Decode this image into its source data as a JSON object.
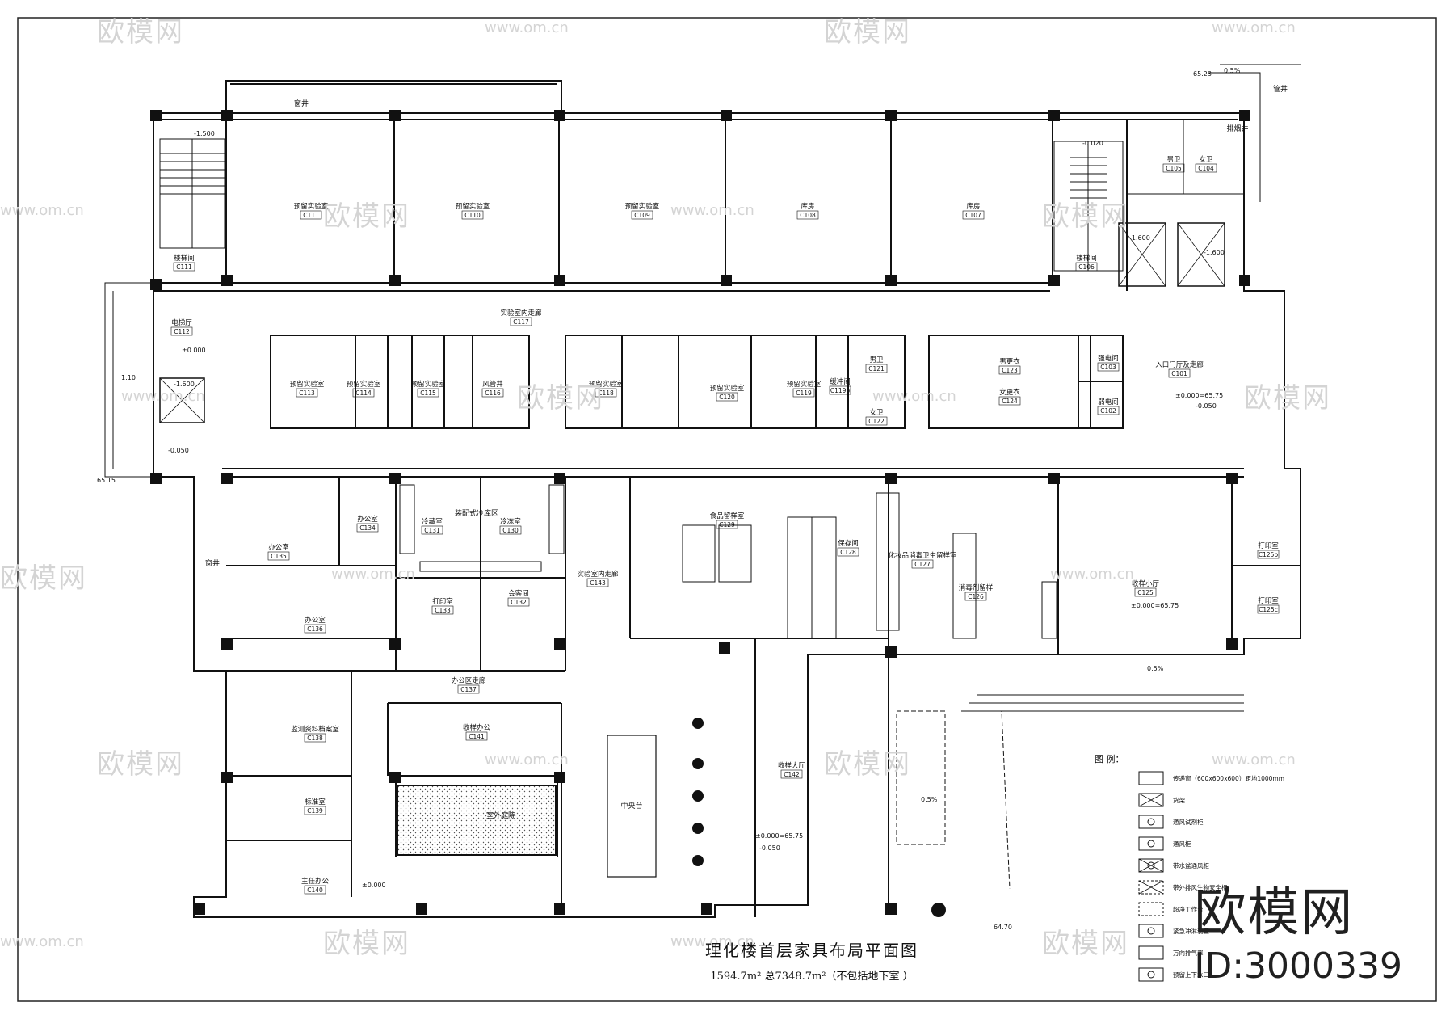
{
  "drawing": {
    "title": "理化楼首层家具布局平面图",
    "area_note": "1594.7m²  总7348.7m²（不包括地下室 ）"
  },
  "rooms": [
    {
      "code": "C111",
      "name": "预留实验室"
    },
    {
      "code": "C110",
      "name": "预留实验室"
    },
    {
      "code": "C109",
      "name": "预留实验室"
    },
    {
      "code": "C108",
      "name": "库房"
    },
    {
      "code": "C107",
      "name": "库房"
    },
    {
      "code": "C111",
      "name": "楼梯间"
    },
    {
      "code": "C106",
      "name": "楼梯间"
    },
    {
      "code": "C112",
      "name": "电梯厅"
    },
    {
      "code": "C117",
      "name": "实验室内走廊"
    },
    {
      "code": "C113",
      "name": "预留实验室"
    },
    {
      "code": "C114",
      "name": "预留实验室"
    },
    {
      "code": "C115",
      "name": "预留实验室"
    },
    {
      "code": "C116",
      "name": "风管井"
    },
    {
      "code": "C118",
      "name": "预留实验室"
    },
    {
      "code": "C119",
      "name": "预留实验室"
    },
    {
      "code": "C120",
      "name": "预留实验室"
    },
    {
      "code": "C119b",
      "name": "缓冲间"
    },
    {
      "code": "C121",
      "name": "男卫"
    },
    {
      "code": "C122",
      "name": "女卫"
    },
    {
      "code": "C123",
      "name": "男更衣"
    },
    {
      "code": "C124",
      "name": "女更衣"
    },
    {
      "code": "C103",
      "name": "强电间"
    },
    {
      "code": "C102",
      "name": "弱电间"
    },
    {
      "code": "C101",
      "name": "入口门厅及走廊"
    },
    {
      "code": "C105",
      "name": "男卫"
    },
    {
      "code": "C104",
      "name": "女卫"
    },
    {
      "code": "C135",
      "name": "办公室"
    },
    {
      "code": "C134",
      "name": "办公室"
    },
    {
      "code": "C131",
      "name": "冷藏室"
    },
    {
      "code": "C130",
      "name": "冷冻室"
    },
    {
      "code": "C129",
      "name": "食品留样室"
    },
    {
      "code": "C128",
      "name": "保存间"
    },
    {
      "code": "C127",
      "name": "化妆品消毒卫生留样室"
    },
    {
      "code": "C126",
      "name": "消毒剂留样"
    },
    {
      "code": "C125",
      "name": "收样小厅"
    },
    {
      "code": "C125b",
      "name": "打印室"
    },
    {
      "code": "C125c",
      "name": "打印室"
    },
    {
      "code": "C136",
      "name": "办公室"
    },
    {
      "code": "C133",
      "name": "打印室"
    },
    {
      "code": "C132",
      "name": "会客间"
    },
    {
      "code": "C143",
      "name": "实验室内走廊"
    },
    {
      "code": "C137",
      "name": "办公区走廊"
    },
    {
      "code": "C138",
      "name": "监测资料档案室"
    },
    {
      "code": "C141",
      "name": "收样办公"
    },
    {
      "code": "C139",
      "name": "标准室"
    },
    {
      "code": "C140",
      "name": "主任办公"
    },
    {
      "code": "C142",
      "name": "收样大厅"
    }
  ],
  "misc_labels": {
    "shaft_top": "窗井",
    "shaft_left": "窗井",
    "courtyard": "室外庭院",
    "reception": "中央台",
    "cold_zone": "装配式冷库区",
    "pipe_shaft": "排烟井",
    "pipe_right": "管井"
  },
  "levels": {
    "stair_left": "-1.500",
    "stair_right": "-0.020",
    "elev_left": "-1.600",
    "elev_right1": "-1.600",
    "elev_right2": "-1.600",
    "hall_left": "±0.000",
    "corner_left": "-0.050",
    "entry_right": "±0.000=65.75",
    "entry_right2": "-0.050",
    "sample_room": "±0.000=65.75",
    "big_hall": "±0.000=65.75",
    "big_hall2": "-0.050",
    "office_bottom": "±0.000",
    "ext_left": "65.15",
    "ext_top_right": "65.23",
    "ext_bottom": "64.70",
    "slope_top": "0.5%",
    "slope_right": "0.5%",
    "slope_hall": "0.5%",
    "ramp_width": "1:10"
  },
  "legend": {
    "title": "图 例：",
    "items": [
      {
        "symbol": "vent-hood",
        "text": "传递窗（600x600x600）距地1000mm"
      },
      {
        "symbol": "box-cross",
        "text": "货架"
      },
      {
        "symbol": "box-circle",
        "text": "通风试剂柜"
      },
      {
        "symbol": "box-circle2",
        "text": "通风柜"
      },
      {
        "symbol": "box-cross-circle",
        "text": "带水盆通风柜"
      },
      {
        "symbol": "dashed-cross",
        "text": "带外排风生物安全柜"
      },
      {
        "symbol": "dashed-box",
        "text": "超净工作台"
      },
      {
        "symbol": "eyewash",
        "text": "紧急冲淋装置"
      },
      {
        "symbol": "gas",
        "text": "万向排气罩"
      },
      {
        "symbol": "drain",
        "text": "预留上下水口"
      }
    ]
  },
  "watermark": {
    "logo_text": "欧模网",
    "url": "www.om.cn",
    "big_text": "欧模网",
    "id_text": "ID:3000339"
  }
}
